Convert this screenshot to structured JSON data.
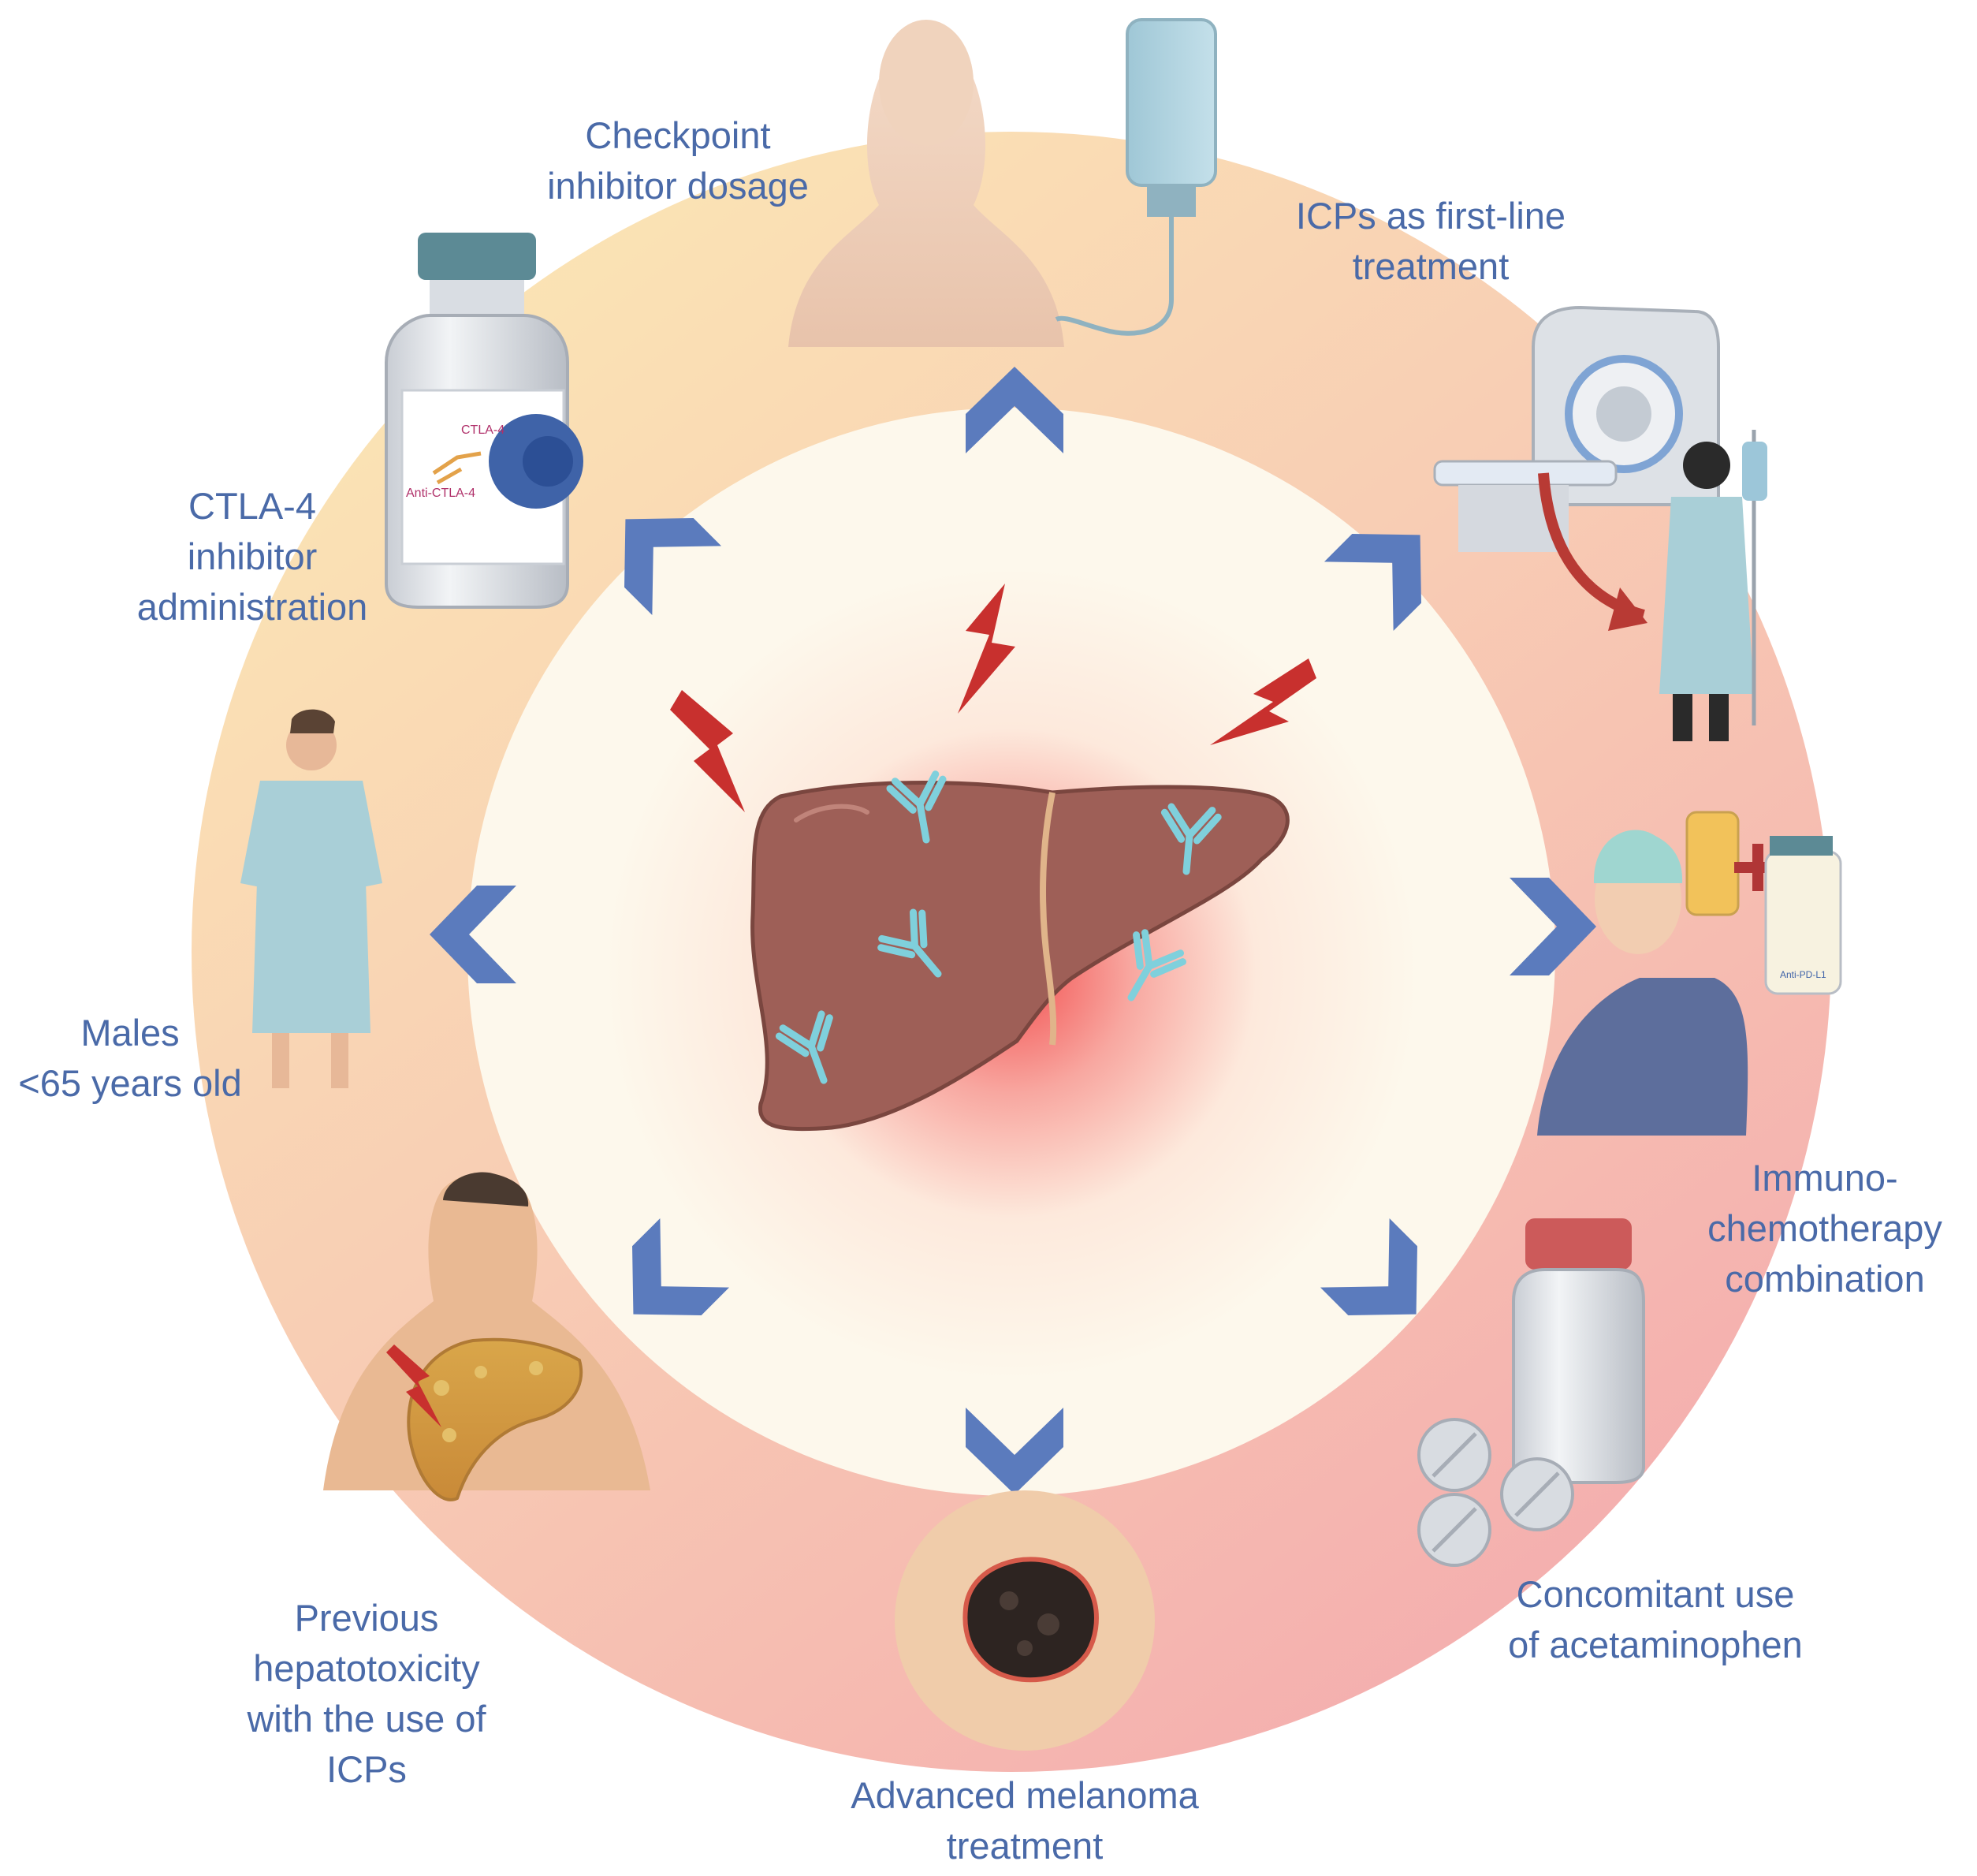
{
  "colors": {
    "label_text": "#4a6aa8",
    "arrow": "#5b7bbd",
    "ring_top": "#fae4b8",
    "ring_bottom": "#f5b4b4",
    "inner_circle": "#fdf8ec",
    "liver": "#9e5f57",
    "antibody": "#7fd0dc",
    "lightning": "#c8302e"
  },
  "labels": {
    "checkpoint": [
      "Checkpoint",
      "inhibitor dosage"
    ],
    "first_line": [
      "ICPs as first-line",
      "treatment"
    ],
    "ctla4": [
      "CTLA-4",
      "inhibitor",
      "administration"
    ],
    "males": [
      "Males",
      "<65 years old"
    ],
    "immuno": [
      "Immuno-",
      "chemotherapy",
      "combination"
    ],
    "previous": [
      "Previous",
      "hepatotoxicity",
      "with the use of",
      "ICPs"
    ],
    "acetaminophen": [
      "Concomitant use",
      "of acetaminophen"
    ],
    "melanoma": [
      "Advanced melanoma",
      "treatment"
    ]
  },
  "vial_labels": {
    "ctla4_receptor": "CTLA-4",
    "anti_ctla4": "Anti-CTLA-4",
    "anti_pdl1": "Anti-PD-L1"
  },
  "icons": [
    "iv-bag-icon",
    "torso-icon",
    "mri-scanner-icon",
    "patient-icon",
    "vial-icon",
    "standing-man-icon",
    "chemo-patient-icon",
    "pill-bottle-icon",
    "pill-icon",
    "jaundice-liver-torso-icon",
    "melanoma-lesion-icon",
    "liver-icon",
    "antibody-icon",
    "lightning-icon",
    "chevron-arrow-icon"
  ]
}
